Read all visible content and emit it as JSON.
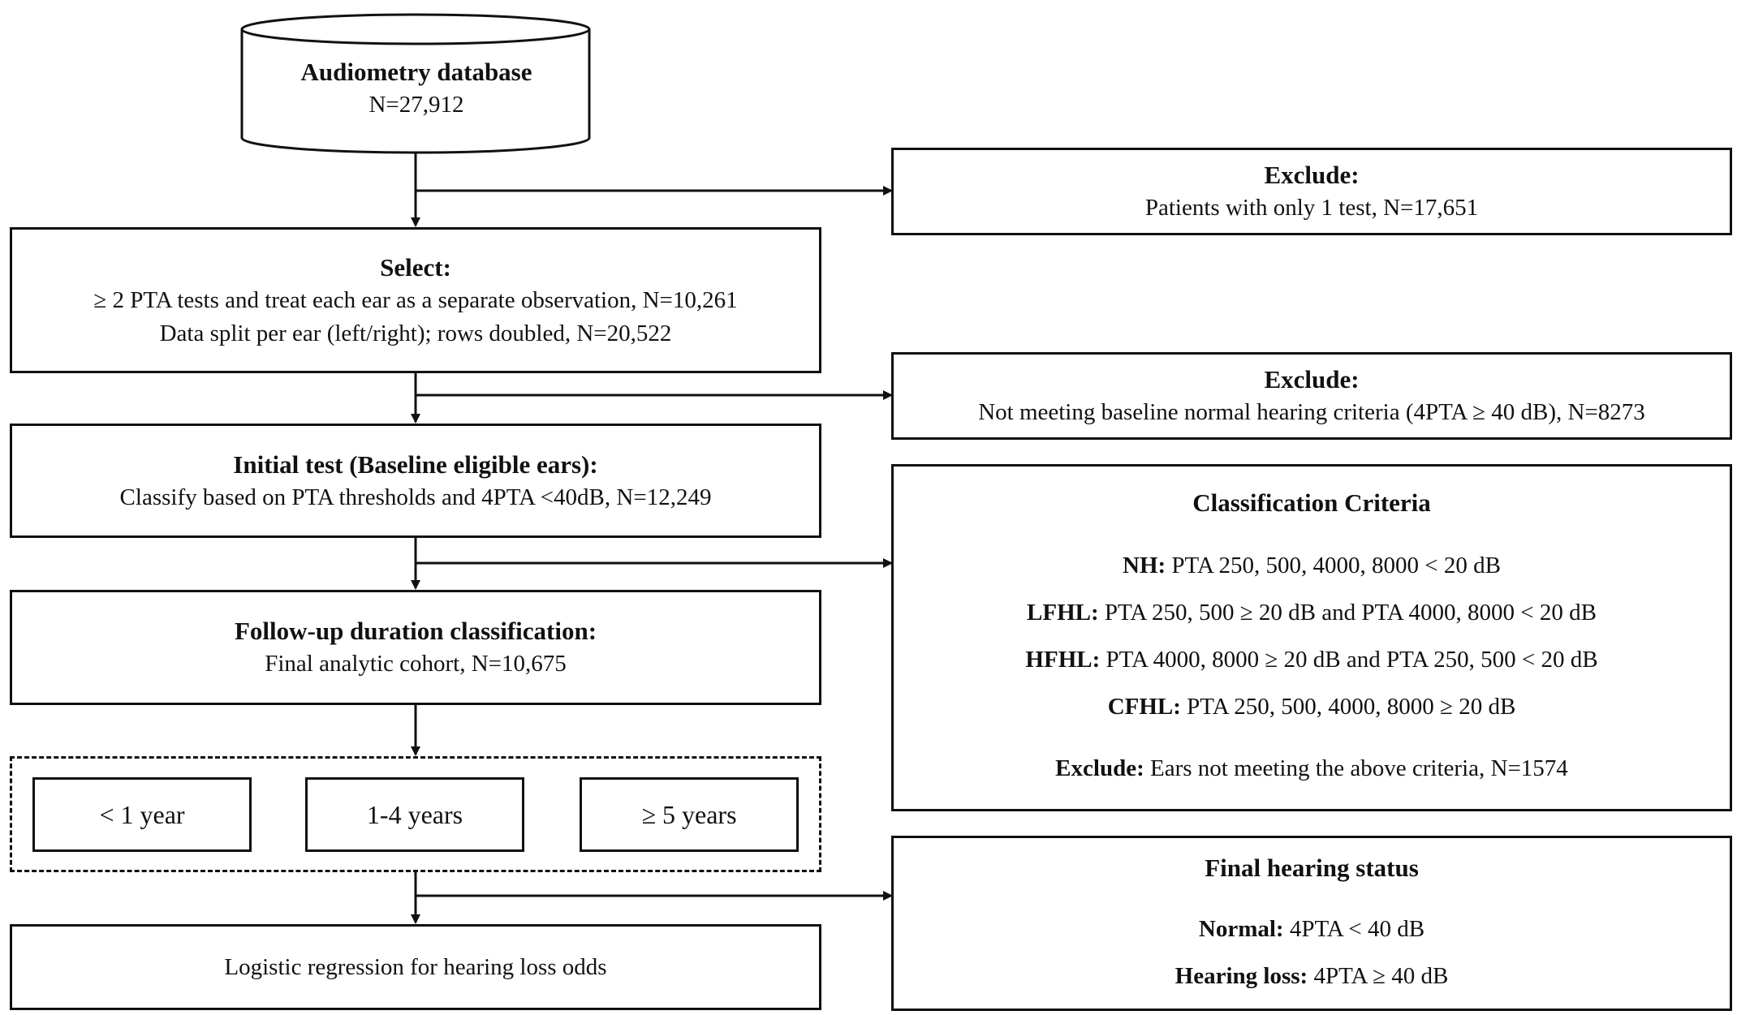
{
  "database": {
    "title": "Audiometry database",
    "n": "N=27,912"
  },
  "exclude1": {
    "title": "Exclude:",
    "text": "Patients with only 1 test, N=17,651"
  },
  "select": {
    "title": "Select:",
    "line1": "≥ 2 PTA tests and treat each ear as a separate observation, N=10,261",
    "line2": "Data split per ear (left/right); rows doubled, N=20,522"
  },
  "exclude2": {
    "title": "Exclude:",
    "text": "Not meeting baseline normal hearing criteria (4PTA ≥ 40 dB), N=8273"
  },
  "initial": {
    "title": "Initial test (Baseline eligible ears):",
    "text": "Classify based on PTA thresholds and 4PTA <40dB, N=12,249"
  },
  "classification": {
    "title": "Classification Criteria",
    "criteria": [
      {
        "label": "NH:",
        "text": "PTA 250, 500, 4000, 8000 < 20 dB"
      },
      {
        "label": "LFHL:",
        "text": "PTA 250, 500 ≥ 20 dB and PTA 4000, 8000 < 20 dB"
      },
      {
        "label": "HFHL:",
        "text": "PTA 4000, 8000 ≥ 20 dB and PTA 250, 500 < 20 dB"
      },
      {
        "label": "CFHL:",
        "text": "PTA 250, 500, 4000, 8000 ≥ 20 dB"
      }
    ],
    "exclude_label": "Exclude:",
    "exclude_text": "Ears not meeting the above criteria, N=1574"
  },
  "followup": {
    "title": "Follow-up duration classification:",
    "text": "Final analytic cohort, N=10,675"
  },
  "durations": [
    "< 1 year",
    "1-4 years",
    "≥ 5 years"
  ],
  "final_status": {
    "title": "Final hearing status",
    "normal_label": "Normal:",
    "normal_text": "4PTA < 40 dB",
    "loss_label": "Hearing loss:",
    "loss_text": "4PTA ≥ 40 dB"
  },
  "regression": {
    "text": "Logistic regression for hearing loss odds"
  }
}
